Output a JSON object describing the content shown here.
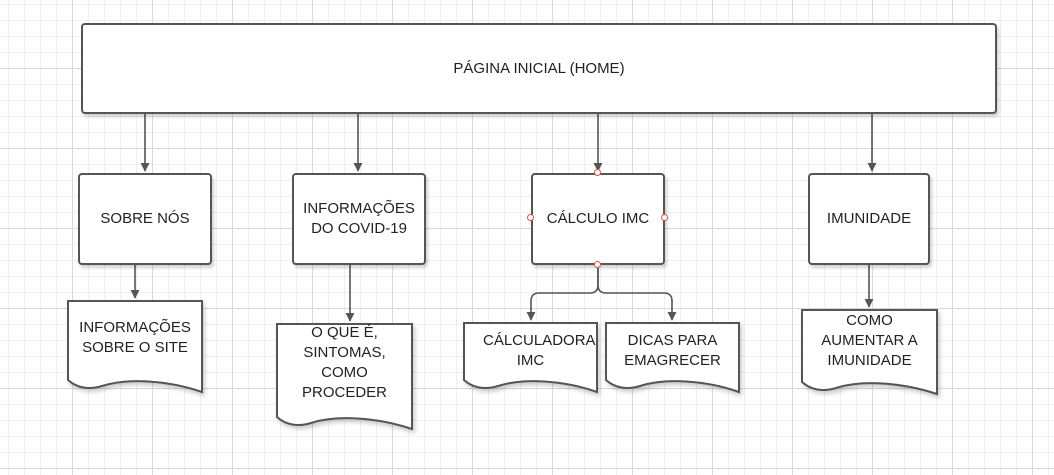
{
  "diagram": {
    "home": {
      "label": "PÁGINA INICIAL (HOME)"
    },
    "sections": {
      "sobre": {
        "label": "SOBRE NÓS",
        "child": "INFORMAÇÕES SOBRE O SITE"
      },
      "covid": {
        "label": "INFORMAÇÕES DO COVID-19",
        "child": "O QUE É, SINTOMAS, COMO PROCEDER"
      },
      "imc": {
        "label": "CÁLCULO IMC",
        "children": [
          "CÁLCULADORA IMC",
          "DICAS PARA EMAGRECER"
        ]
      },
      "imunidade": {
        "label": "IMUNIDADE",
        "child": "COMO AUMENTAR A IMUNIDADE"
      }
    }
  }
}
